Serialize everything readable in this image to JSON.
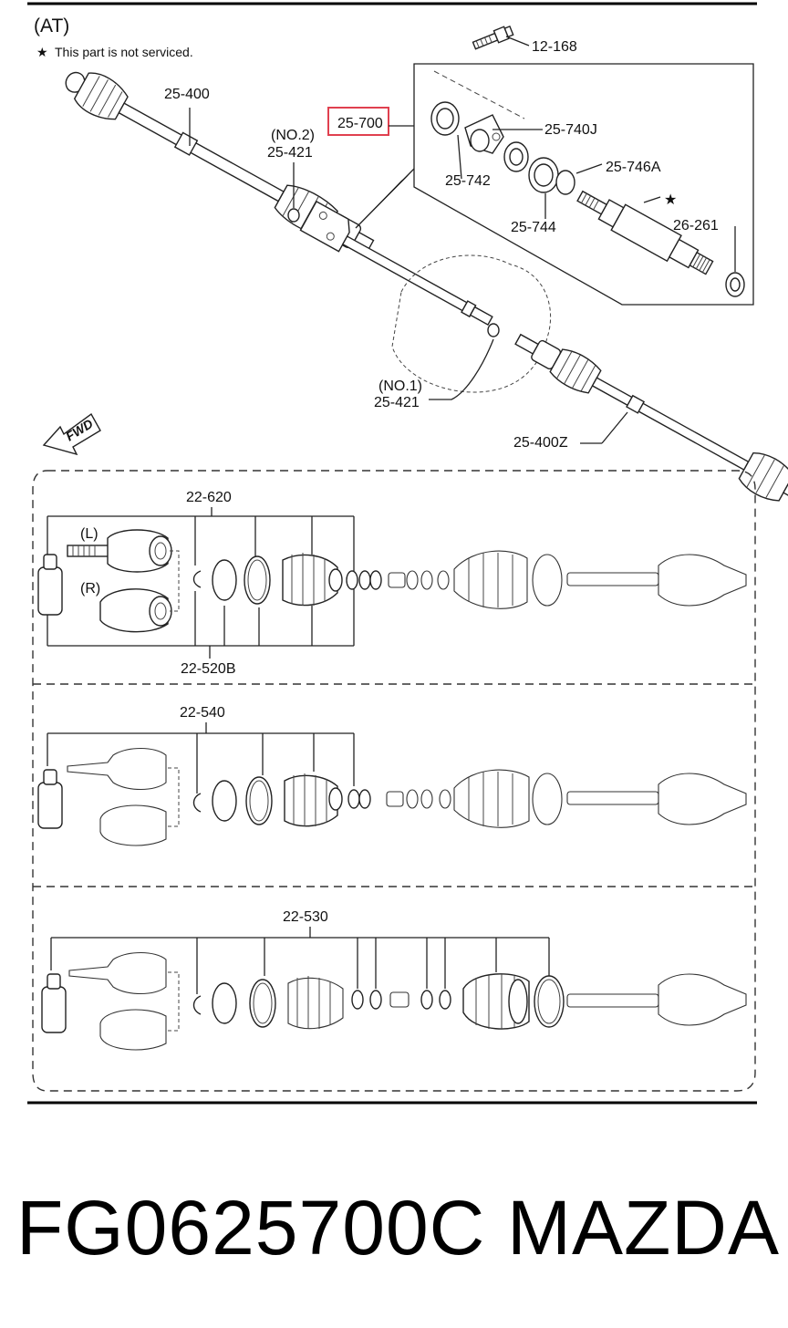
{
  "diagram": {
    "header": "(AT)",
    "note_symbol": "★",
    "note": "This part is not serviced.",
    "callouts": {
      "bolt": "12-168",
      "shaft_left": "25-400",
      "highlighted": "25-700",
      "seal_plate": "25-740J",
      "clip_no2_tag": "(NO.2)",
      "clip_no2": "25-421",
      "bearing_seal": "25-742",
      "snap_ring": "25-746A",
      "bearing": "25-744",
      "not_serviced_star": "★",
      "oil_seal": "26-261",
      "clip_no1_tag": "(NO.1)",
      "clip_no1": "25-421",
      "shaft_right": "25-400Z",
      "fwd": "FWD"
    },
    "kits": [
      {
        "top": "22-620",
        "bottom": "22-520B",
        "left_tag": "(L)",
        "right_tag": "(R)"
      },
      {
        "top": "22-540"
      },
      {
        "top": "22-530"
      }
    ]
  },
  "footer": {
    "part_number": "FG0625700C",
    "brand": "MAZDA"
  },
  "colors": {
    "highlight": "#e0404f",
    "ink": "#111111"
  }
}
